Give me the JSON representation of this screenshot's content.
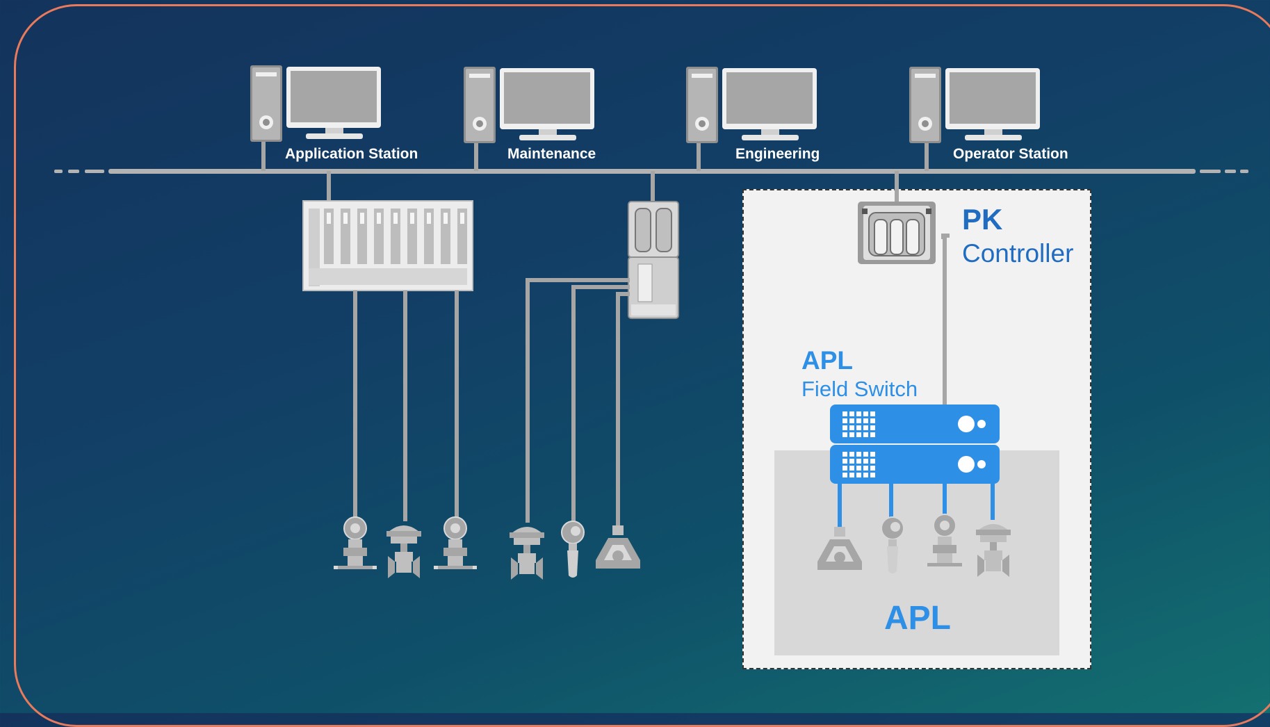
{
  "stations": [
    {
      "id": "application",
      "label": "Application Station"
    },
    {
      "id": "maintenance",
      "label": "Maintenance"
    },
    {
      "id": "engineering",
      "label": "Engineering"
    },
    {
      "id": "operator",
      "label": "Operator Station"
    }
  ],
  "pk_controller": {
    "title": "PK",
    "subtitle": "Controller"
  },
  "field_switch": {
    "title": "APL",
    "subtitle": "Field Switch"
  },
  "apl_zone": {
    "label": "APL"
  },
  "colors": {
    "accent_blue": "#2d8fe6",
    "pk_blue": "#1f6cc0",
    "gray_device": "#a6a6a6",
    "frame_border": "#e97a5c",
    "network_line": "#b3b3b3"
  }
}
